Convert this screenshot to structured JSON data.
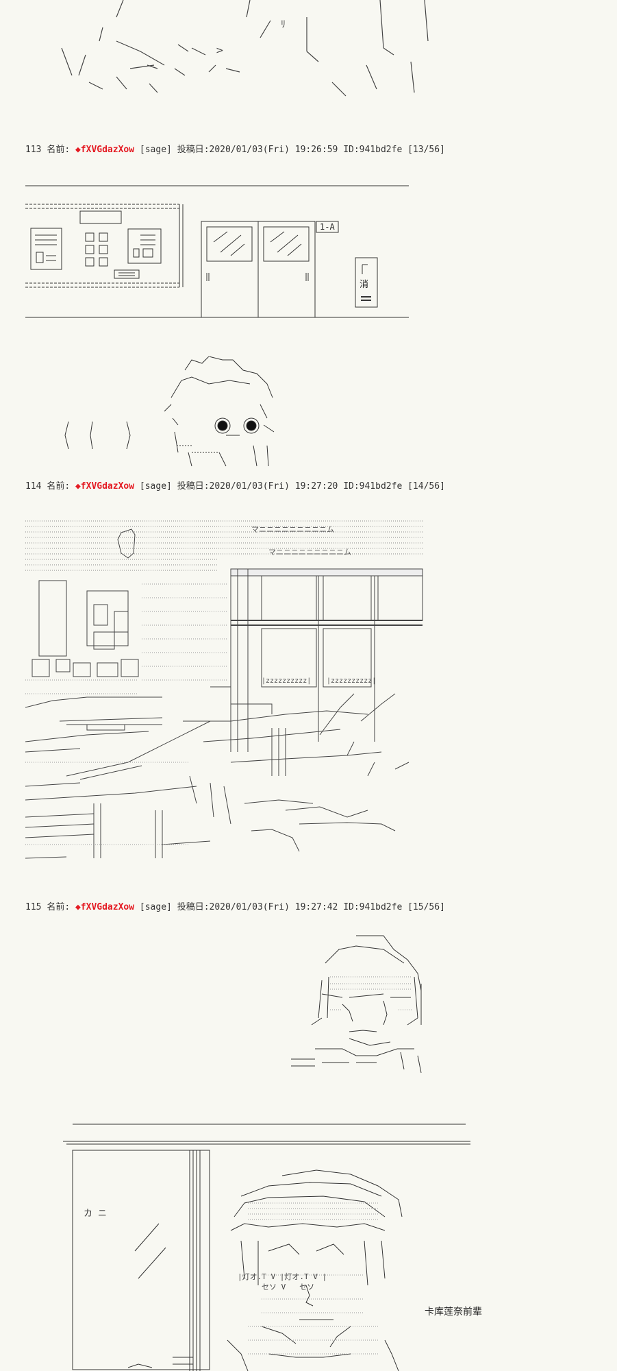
{
  "posts": [
    {
      "number": "113",
      "name_label": "名前:",
      "trip": "◆fXVGdazXow",
      "mail": "[sage]",
      "date_label": "投稿日:",
      "datetime": "2020/01/03(Fri) 19:26:59",
      "id": "ID:941bd2fe",
      "index": "[13/56]"
    },
    {
      "number": "114",
      "name_label": "名前:",
      "trip": "◆fXVGdazXow",
      "mail": "[sage]",
      "date_label": "投稿日:",
      "datetime": "2020/01/03(Fri) 19:27:20",
      "id": "ID:941bd2fe",
      "index": "[14/56]"
    },
    {
      "number": "115",
      "name_label": "名前:",
      "trip": "◆fXVGdazXow",
      "mail": "[sage]",
      "date_label": "投稿日:",
      "datetime": "2020/01/03(Fri) 19:27:42",
      "id": "ID:941bd2fe",
      "index": "[15/56]"
    }
  ],
  "art_text": {
    "classroom_sign": "1-A",
    "extinguisher": "消",
    "right_text_1": "マニニニニニニニニニム",
    "right_text_2": "マニニニニニニニニニム",
    "z_row": "|zzzzzzzzzz|",
    "kata_sign": "カ ニ",
    "char_row_1": "|灯オ.T V |灯オ.T V |",
    "char_row_2": "セソ V   セソ"
  },
  "caption": "卡库莲奈前辈"
}
